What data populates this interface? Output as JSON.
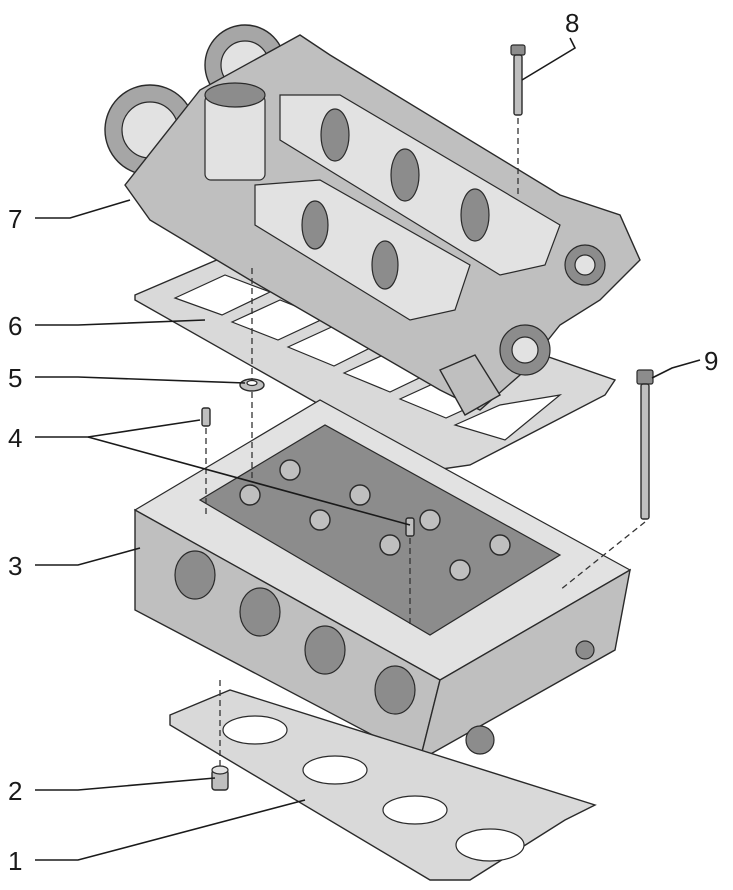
{
  "callouts": [
    {
      "id": "1",
      "label": "1"
    },
    {
      "id": "2",
      "label": "2"
    },
    {
      "id": "3",
      "label": "3"
    },
    {
      "id": "4",
      "label": "4"
    },
    {
      "id": "5",
      "label": "5"
    },
    {
      "id": "6",
      "label": "6"
    },
    {
      "id": "7",
      "label": "7"
    },
    {
      "id": "8",
      "label": "8"
    },
    {
      "id": "9",
      "label": "9"
    }
  ],
  "parts": {
    "camshaft_housing": "camshaft-housing-assembly",
    "cover_gasket": "camshaft-housing-gasket",
    "cylinder_head": "cylinder-head",
    "head_gasket": "cylinder-head-gasket",
    "dowel": "dowel-sleeve",
    "bolts": "bolts"
  }
}
